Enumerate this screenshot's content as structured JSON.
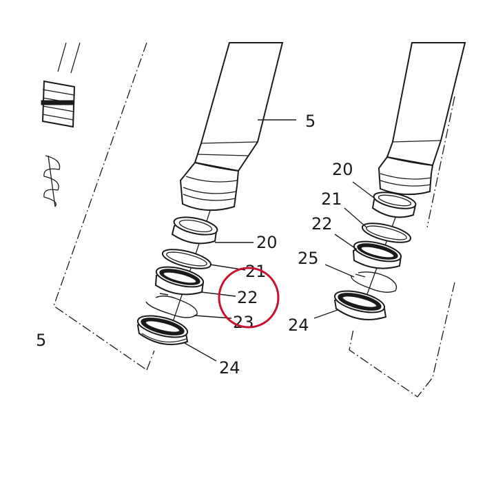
{
  "diagram": {
    "callouts": [
      {
        "id": "leg-center-5",
        "text": "5"
      },
      {
        "id": "leg-center-20",
        "text": "20"
      },
      {
        "id": "leg-center-21",
        "text": "21"
      },
      {
        "id": "leg-center-22",
        "text": "22"
      },
      {
        "id": "leg-center-23",
        "text": "23"
      },
      {
        "id": "leg-center-24",
        "text": "24"
      },
      {
        "id": "leg-right-20",
        "text": "20"
      },
      {
        "id": "leg-right-21",
        "text": "21"
      },
      {
        "id": "leg-right-22",
        "text": "22"
      },
      {
        "id": "leg-right-25",
        "text": "25"
      },
      {
        "id": "leg-right-24",
        "text": "24"
      },
      {
        "id": "left-edge-partial",
        "text": "5"
      }
    ],
    "highlight": {
      "target_callout": "22",
      "color": "#c8102e"
    }
  }
}
